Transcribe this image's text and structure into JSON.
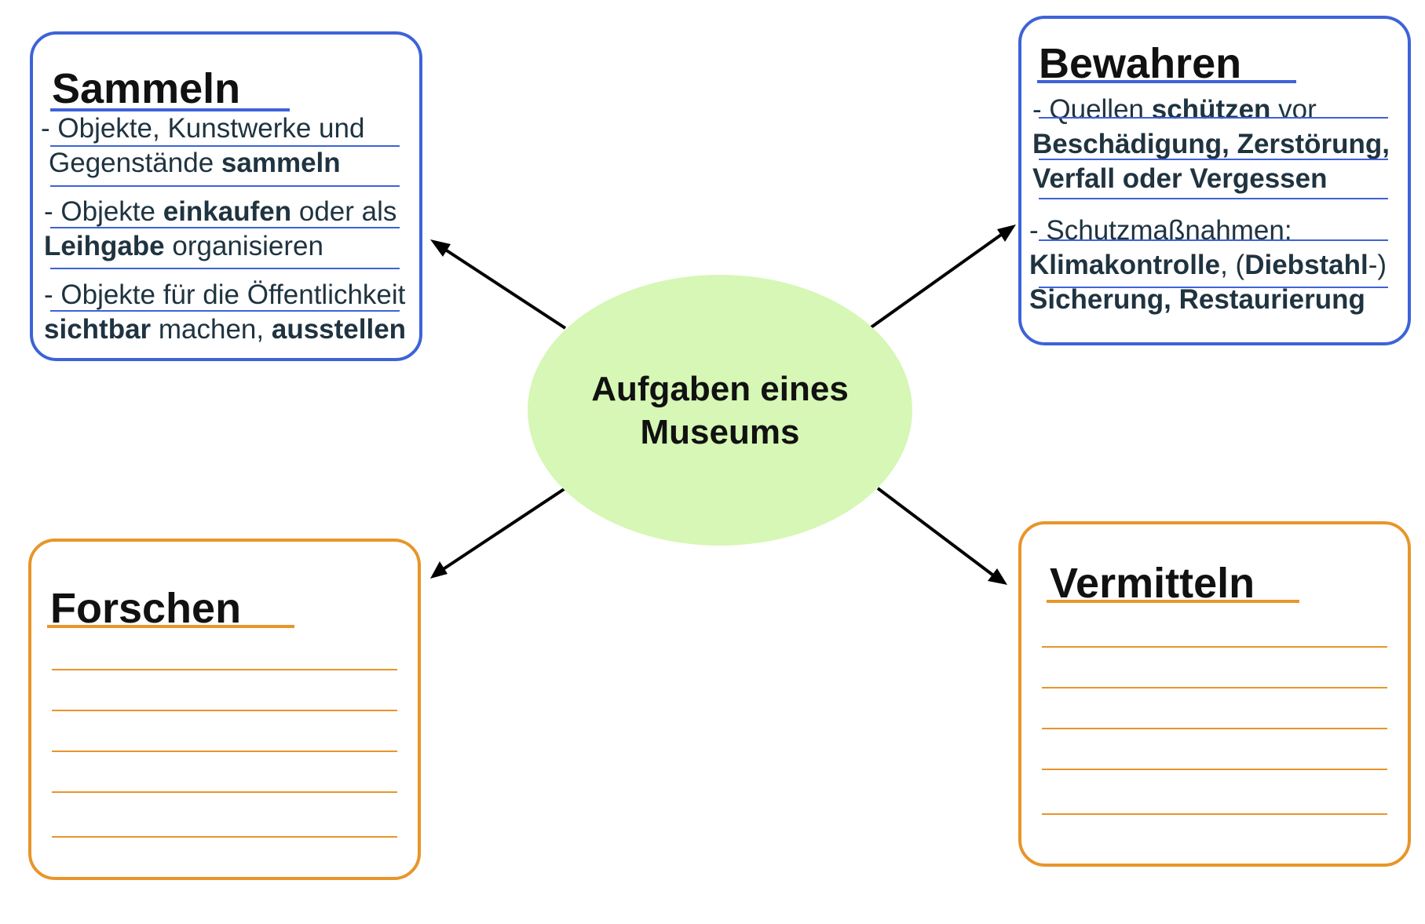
{
  "center": {
    "label": "Aufgaben eines Museums"
  },
  "colors": {
    "blue": "#3d63d8",
    "orange": "#e8952a",
    "center_fill": "#d6f7b5"
  },
  "boxes": {
    "sammeln": {
      "title": "Sammeln",
      "items": [
        [
          "- Objekte, Kunstwerke und",
          "Gegenstände ",
          "sammeln"
        ],
        [
          "- Objekte ",
          "einkaufen",
          " oder als",
          "Leihgabe",
          " organisieren"
        ],
        [
          "- Objekte für die Öffentlichkeit",
          "sichtbar",
          " machen, ",
          "ausstellen"
        ]
      ]
    },
    "bewahren": {
      "title": "Bewahren",
      "items": [
        [
          "- Quellen ",
          "schützen",
          " vor",
          "Beschädigung, Zerstörung,",
          "Verfall oder Vergessen"
        ],
        [
          "- Schutzmaßnahmen:",
          "Klimakontrolle",
          ", (",
          "Diebstahl",
          "-)",
          "Sicherung, Restaurierung"
        ]
      ]
    },
    "forschen": {
      "title": "Forschen"
    },
    "vermitteln": {
      "title": "Vermitteln"
    }
  }
}
